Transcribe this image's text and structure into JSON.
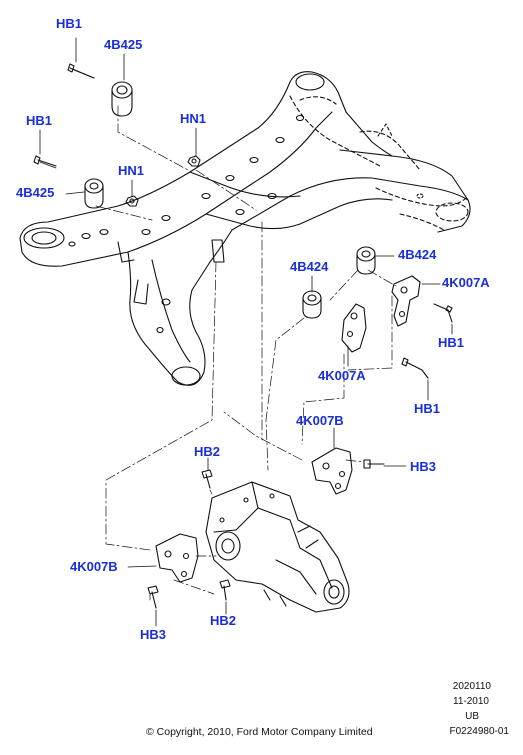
{
  "callouts": {
    "hb1_top": "HB1",
    "b425_top": "4B425",
    "hb1_left": "HB1",
    "hn1_right": "HN1",
    "hn1_left": "HN1",
    "b425_left": "4B425",
    "b424_right": "4B424",
    "b424_mid": "4B424",
    "k007a_right": "4K007A",
    "hb1_right_top": "HB1",
    "k007a_mid": "4K007A",
    "hb1_right_bottom": "HB1",
    "k007b_mid": "4K007B",
    "hb2_top": "HB2",
    "hb3_right": "HB3",
    "k007b_left": "4K007B",
    "hb3_bottom": "HB3",
    "hb2_bottom": "HB2"
  },
  "meta": {
    "code": "2020110",
    "date": "11-2010",
    "region": "UB",
    "figure_id": "F0224980-01"
  },
  "copyright": "© Copyright, 2010, Ford Motor Company Limited",
  "colors": {
    "callout": "#1a2fd6",
    "line": "#111111"
  }
}
